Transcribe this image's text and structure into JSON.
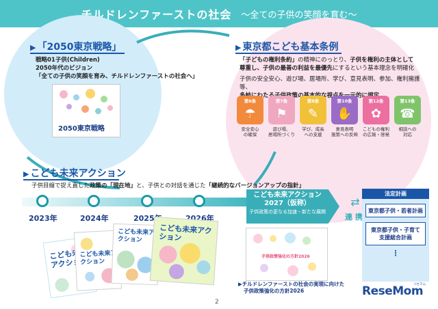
{
  "header": {
    "title": "チルドレンファーストの社会",
    "subtitle": "～全ての子供の笑顔を育む～"
  },
  "strategy": {
    "title": "「2050東京戦略」",
    "line1": "戦略01子供(Children)",
    "line2": "2050年代のビジョン",
    "line3": "「全ての子供の笑顔を育み、チルドレンファーストの社会へ」",
    "cover_label": "2050東京戦略"
  },
  "ordinance": {
    "title": "東京都こども基本条例",
    "p1a": "「子どもの権利条約」",
    "p1b": "の精神にのっとり、",
    "p1c": "子供を権利の主体として",
    "p1d": "尊重し、子供の最善の利益を最優先",
    "p1e": "にするという基本理念を明確化",
    "p2a": "子供の安全安心、遊び場、居場所、学び、意見表明、参加、権利擁護等、",
    "p2b": "多岐にわたる子供政策の基本的な視点を一元的に規定",
    "articles": [
      {
        "num": "第6条",
        "icon": "shield-icon",
        "glyph": "☂",
        "color": "#f28a3b",
        "caption": "安全安心\nの確保"
      },
      {
        "num": "第7条",
        "icon": "playground-icon",
        "glyph": "⚑",
        "color": "#f0a8c0",
        "caption": "遊び場、\n居場所づくり"
      },
      {
        "num": "第8条",
        "icon": "book-icon",
        "glyph": "✎",
        "color": "#f2c13a",
        "caption": "学び、成長\nへの支援"
      },
      {
        "num": "第10条",
        "icon": "speech-icon",
        "glyph": "✋",
        "color": "#9a6cc7",
        "caption": "意見表明\n施策への反映"
      },
      {
        "num": "第12条",
        "icon": "rights-icon",
        "glyph": "✿",
        "color": "#ec6fa0",
        "caption": "こどもの権利\nの広報・啓発"
      },
      {
        "num": "第13条",
        "icon": "consult-icon",
        "glyph": "☎",
        "color": "#7fc46a",
        "caption": "相談への\n対応"
      }
    ]
  },
  "action": {
    "title": "こども未来アクション",
    "desc_a": "子供目線で捉え直した",
    "desc_b": "政策の「現在地」",
    "desc_c": "と、子供との対話を通じた",
    "desc_d": "「継続的なバージョンアップの指針」",
    "years": [
      "2023年",
      "2024年",
      "2025年",
      "2026年"
    ],
    "head_title1": "こども未来アクション",
    "head_title2": "2027（仮称）",
    "head_sub": "子供政策の更なる加速・新たな展開",
    "doc_title": "こども未来アクション"
  },
  "renkei": {
    "arrow": "⇄",
    "label": "連携"
  },
  "statutory": {
    "header": "法定計画",
    "plan1": "東京都子供・若者計画",
    "plan2a": "東京都子供・子育て",
    "plan2b": "支援総合計画",
    "more": "⋮"
  },
  "policy_doc": {
    "mini_title": "子供政策強化の方針2026",
    "caption1": "▶チルドレンファーストの社会の実現に向けた",
    "caption2": "子供政策強化の方針2026"
  },
  "page_number": "2",
  "logo": {
    "text": "ReseMom",
    "sub": "リセマム"
  }
}
